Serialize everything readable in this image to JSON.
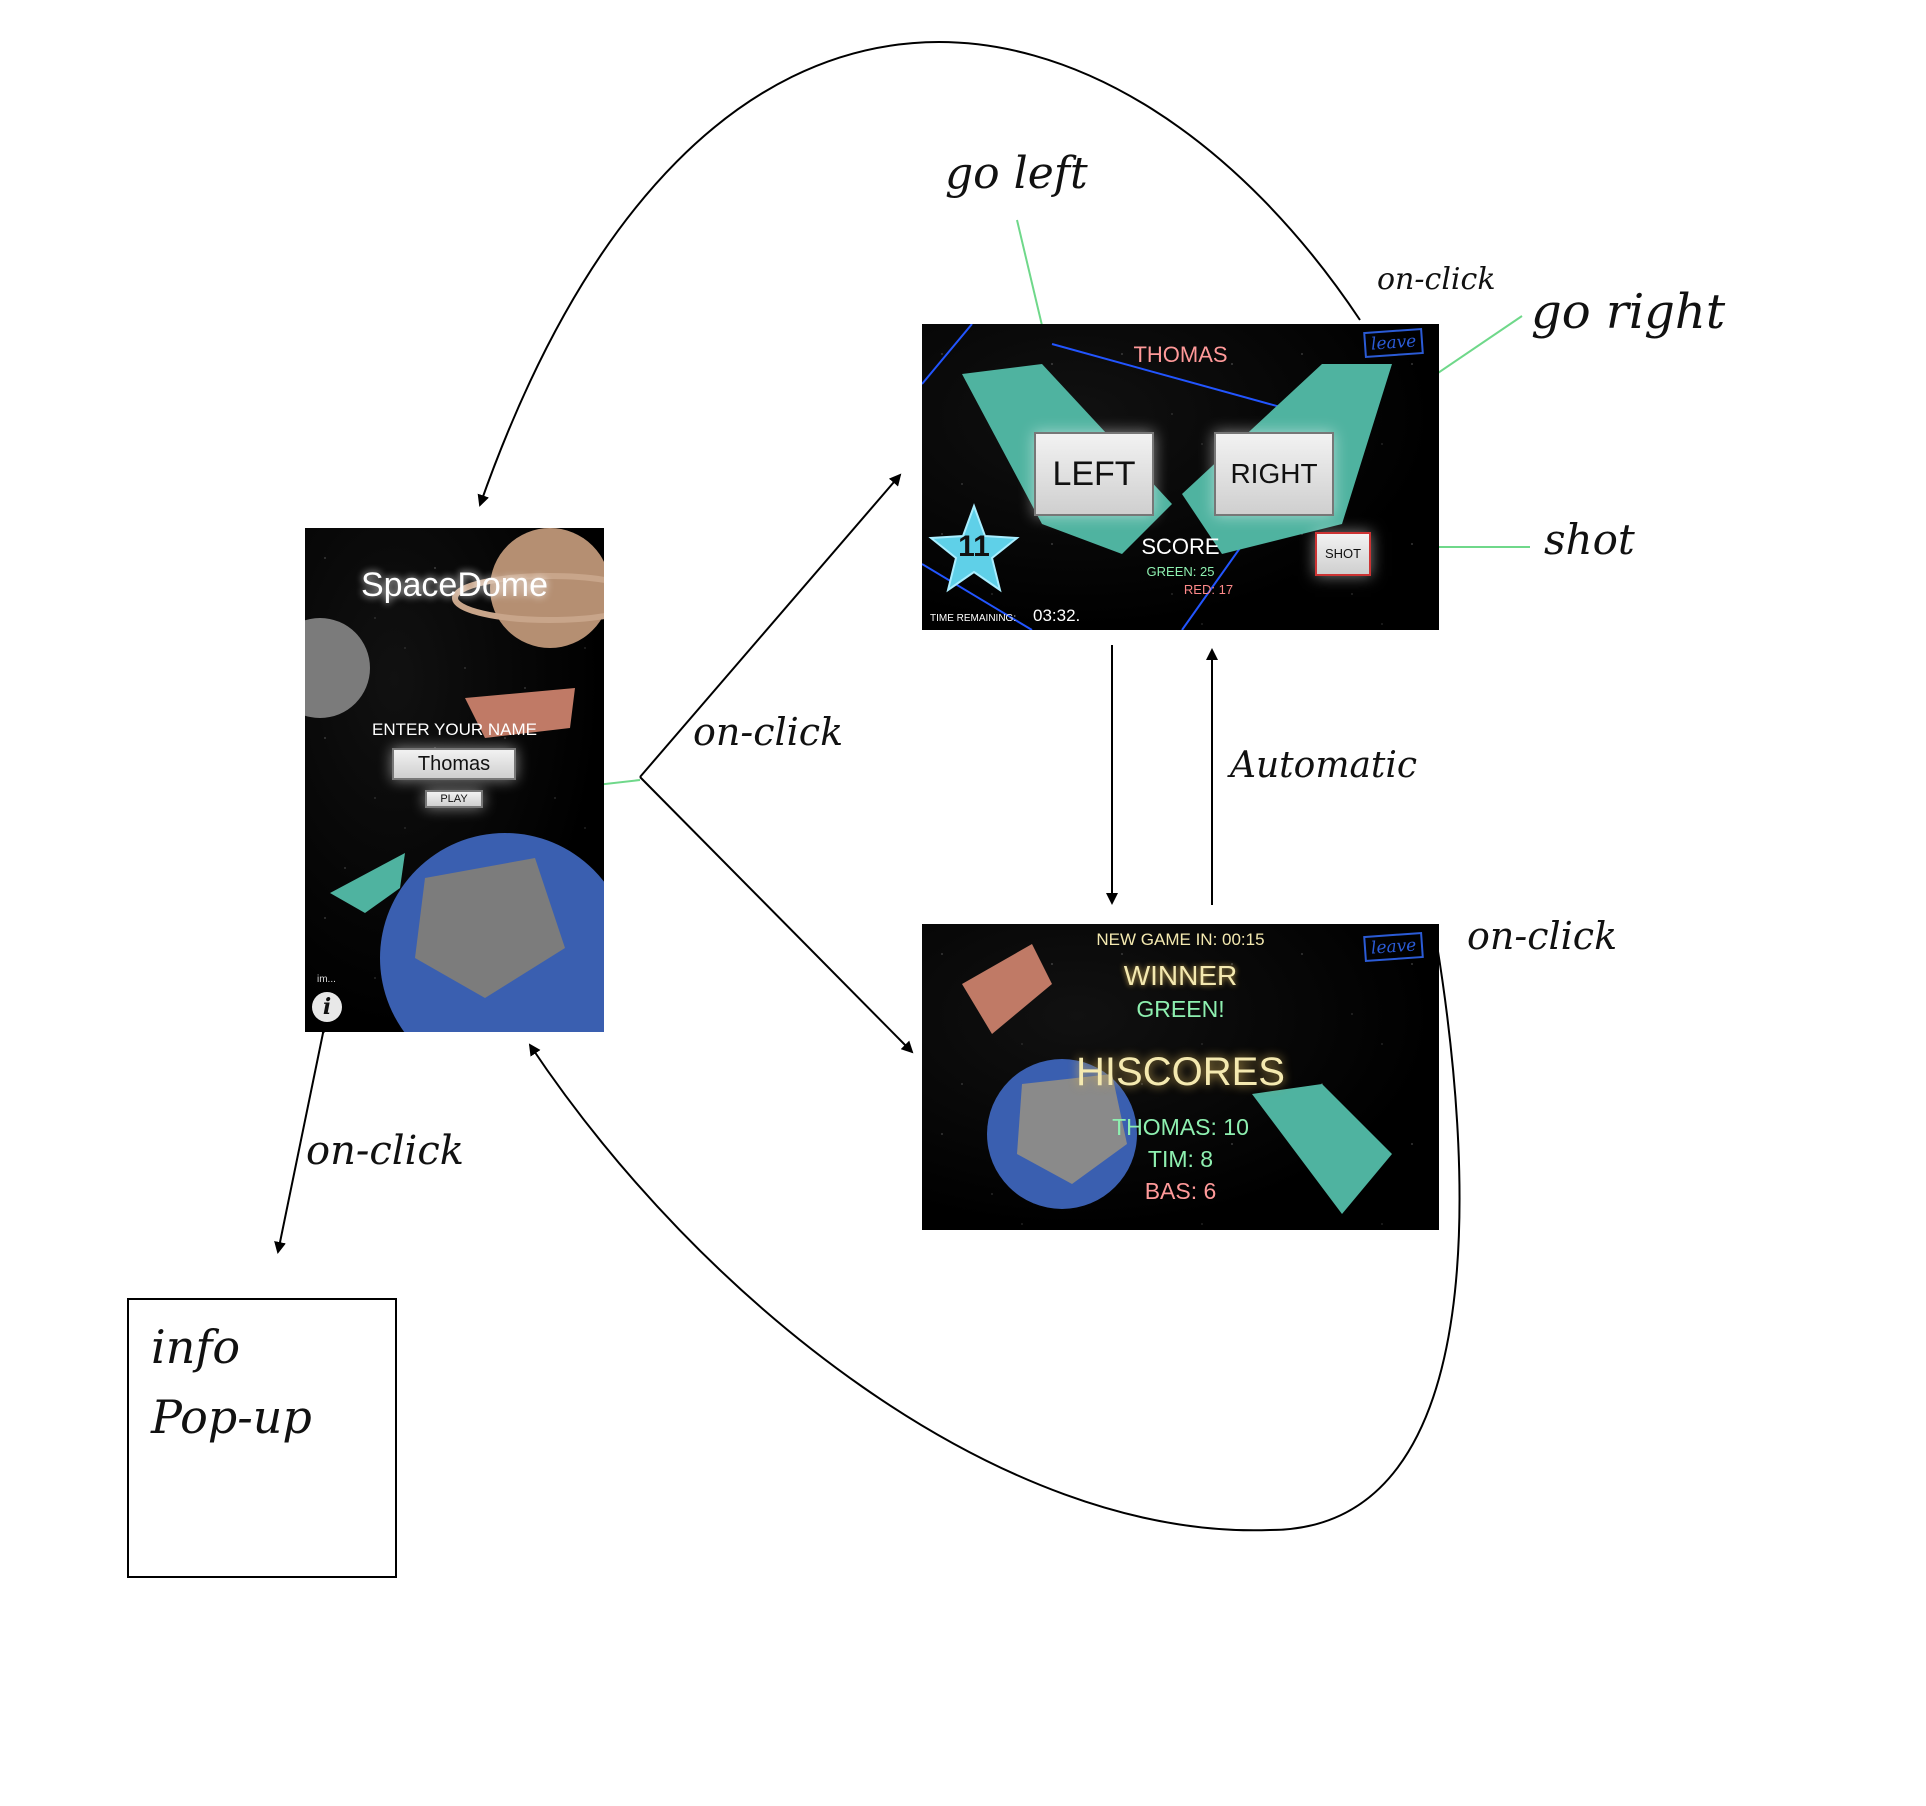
{
  "menu_screen": {
    "title": "SpaceDome",
    "name_prompt": "ENTER YOUR NAME",
    "name_value": "Thomas",
    "play_label": "PLAY",
    "imprint_label": "im...",
    "info_icon_glyph": "i"
  },
  "game_screen": {
    "player_name": "THOMAS",
    "leave_label": "leave",
    "left_label": "LEFT",
    "right_label": "RIGHT",
    "star_value": "11",
    "score_heading": "SCORE",
    "green_score": "GREEN: 25",
    "red_score": "RED: 17",
    "shot_label": "SHOT",
    "time_label": "TIME REMAINING:",
    "time_value": "03:32."
  },
  "result_screen": {
    "new_game_timer": "NEW GAME IN: 00:15",
    "leave_label": "leave",
    "winner_heading": "WINNER",
    "winner_value": "GREEN!",
    "hiscores_heading": "HISCORES",
    "hiscores": [
      "THOMAS: 10",
      "TIM: 8",
      "BAS: 6"
    ]
  },
  "info_popup": {
    "line1": "info",
    "line2": "Pop-up"
  },
  "annotations": {
    "go_left": "go left",
    "go_right": "go right",
    "shot": "shot",
    "play_onclick": "on-click",
    "game_leave_onclick": "on-click",
    "result_leave_onclick": "on-click",
    "automatic": "Automatic",
    "info_onclick": "on-click"
  },
  "colors": {
    "green_annotation": "#6fd88a",
    "arrow": "#000000",
    "leave_blue": "#2b5bd6",
    "ship_teal": "#4fb3a0",
    "ship_red": "#c07a66"
  }
}
